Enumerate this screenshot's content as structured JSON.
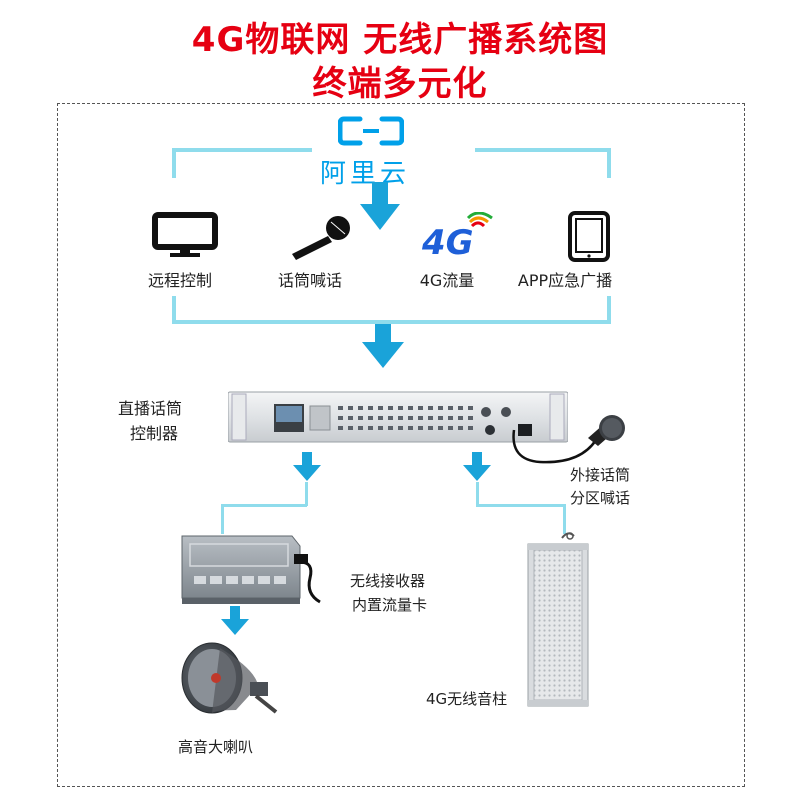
{
  "title": {
    "line1": "4G物联网  无线广播系统图",
    "line2": "终端多元化"
  },
  "cloud": {
    "logo_name": "aliyun-logo",
    "label": "阿里云"
  },
  "inputs": [
    {
      "label": "远程控制",
      "icon": "monitor-icon"
    },
    {
      "label": "话筒喊话",
      "icon": "microphone-icon"
    },
    {
      "label": "4G流量",
      "icon": "4g-signal-icon"
    },
    {
      "label": "APP应急广播",
      "icon": "tablet-icon"
    }
  ],
  "four_g_logo": "4G",
  "controller": {
    "label_line1": "直播话筒",
    "label_line2": "控制器"
  },
  "external_mic": {
    "label_line1": "外接话筒",
    "label_line2": "分区喊话"
  },
  "receiver": {
    "label_line1": "无线接收器",
    "label_line2": "内置流量卡"
  },
  "horn": {
    "label": "高音大喇叭"
  },
  "column_speaker": {
    "label": "4G无线音柱"
  },
  "colors": {
    "title": "#e60012",
    "connector": "#8fdcec",
    "arrow": "#1aa3d9",
    "aliyun": "#00a0e9"
  }
}
